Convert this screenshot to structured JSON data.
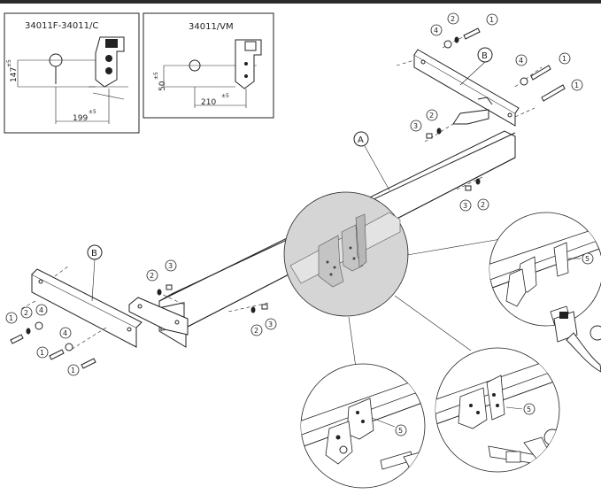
{
  "insets": {
    "left_title": "34011F-34011/C",
    "right_title": "34011/VM",
    "dims": {
      "h147": "147",
      "tol_left_v": "±5",
      "w199": "199",
      "tol_left_h": "±5",
      "h50": "50",
      "tol_right_v": "±5",
      "w210": "210",
      "tol_right_h": "±5"
    }
  },
  "labels": {
    "main_bar": "A",
    "right_plate": "B",
    "left_plate": "B"
  },
  "part_numbers": {
    "bolt": "1",
    "spring_washer": "2",
    "nut": "3",
    "flat_washer": "4",
    "towball_detail": "5"
  }
}
